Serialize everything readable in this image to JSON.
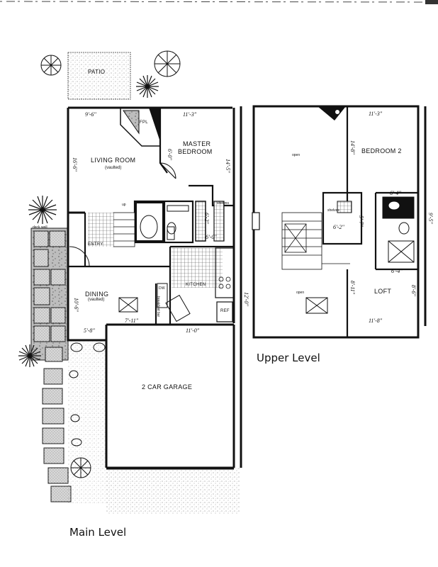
{
  "levels": {
    "main": "Main Level",
    "upper": "Upper Level"
  },
  "rooms": {
    "patio": "PATIO",
    "living_room": "LIVING ROOM",
    "living_room_note": "(vaulted)",
    "fpl": "FPL",
    "master_bedroom_1": "MASTER",
    "master_bedroom_2": "BEDROOM",
    "entry": "ENTRY",
    "dining": "DINING",
    "dining_note": "(vaulted)",
    "kitchen": "KITCHEN",
    "dw": "DW",
    "breakfast_bar": "breakfast bar",
    "ref": "REF",
    "garage": "2 CAR GARAGE",
    "bedroom2": "BEDROOM 2",
    "loft": "LOFT",
    "open_upper": "open",
    "open_lower": "open",
    "shelves_main": "shelves",
    "shelves_upper": "shelves",
    "up": "up",
    "deck_wall": "deck wall"
  },
  "dimensions": {
    "living_width": "9'-6\"",
    "living_height": "16'-6\"",
    "master_width": "11'-3\"",
    "master_left": "6'-0\"",
    "master_height": "14'-5\"",
    "closet_a": "6'-2\"",
    "closet_b": "6'-0\"",
    "dining_height": "10'-6\"",
    "dining_width": "5'-8\"",
    "kitchen_width": "7'-11\"",
    "kitchen_right": "11'-0\"",
    "garage_depth": "12'-0\"",
    "bed2_width": "11'-3\"",
    "bed2_height": "14'-8\"",
    "bath_upper": "6'-4\"",
    "closet_upper_a": "6'-2\"",
    "closet_upper_b": "5'-7\"",
    "upper_right": "9'-5\"",
    "bath_upper_b": "6'-4\"",
    "loft_left": "8'-11\"",
    "loft_right": "8'-6\"",
    "loft_width": "11'-8\""
  },
  "colors": {
    "ink": "#111111",
    "paper": "#ffffff",
    "tile": "#555555"
  }
}
